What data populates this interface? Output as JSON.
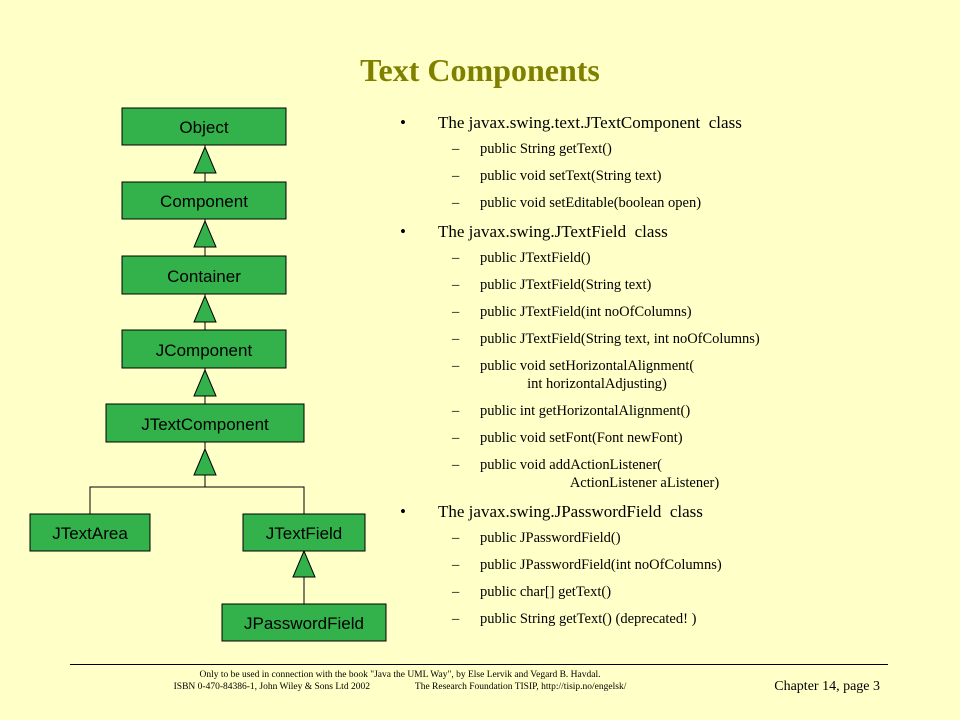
{
  "title": "Text Components",
  "diagram": {
    "classes": [
      {
        "id": "object",
        "label": "Object"
      },
      {
        "id": "component",
        "label": "Component"
      },
      {
        "id": "container",
        "label": "Container"
      },
      {
        "id": "jcomponent",
        "label": "JComponent"
      },
      {
        "id": "jtextcomponent",
        "label": "JTextComponent"
      },
      {
        "id": "jtextarea",
        "label": "JTextArea"
      },
      {
        "id": "jtextfield",
        "label": "JTextField"
      },
      {
        "id": "jpasswordfield",
        "label": "JPasswordField"
      }
    ],
    "box_color": "#33B24B"
  },
  "sections": [
    {
      "heading": "The javax.swing.text.JTextComponent  class",
      "items": [
        [
          "public String getText()"
        ],
        [
          "public void setText(String text)"
        ],
        [
          "public void setEditable(boolean open)"
        ]
      ]
    },
    {
      "heading": "The javax.swing.JTextField  class",
      "items": [
        [
          "public JTextField()"
        ],
        [
          "public JTextField(String text)"
        ],
        [
          "public JTextField(int noOfColumns)"
        ],
        [
          "public JTextField(String text, int noOfColumns)"
        ],
        [
          "public void setHorizontalAlignment(",
          "             int horizontalAdjusting)"
        ],
        [
          "public int getHorizontalAlignment()"
        ],
        [
          "public void setFont(Font newFont)"
        ],
        [
          "public void addActionListener(",
          "                         ActionListener aListener)"
        ]
      ]
    },
    {
      "heading": "The javax.swing.JPasswordField  class",
      "items": [
        [
          "public JPasswordField()"
        ],
        [
          "public JPasswordField(int noOfColumns)"
        ],
        [
          "public char[] getText()"
        ],
        [
          "public String getText() (deprecated! )"
        ]
      ]
    }
  ],
  "bullet_symbol": "•",
  "dash_symbol": "–",
  "footer": {
    "line1": "Only to be used in connection with the book \"Java the UML Way\", by Else Lervik and Vegard B. Havdal.",
    "line2": "ISBN 0-470-84386-1, John Wiley & Sons Ltd 2002                   The Research Foundation TISIP, http://tisip.no/engelsk/",
    "page": "Chapter 14, page 3"
  },
  "colors": {
    "background": "#FFFFC8",
    "title": "#808000"
  }
}
